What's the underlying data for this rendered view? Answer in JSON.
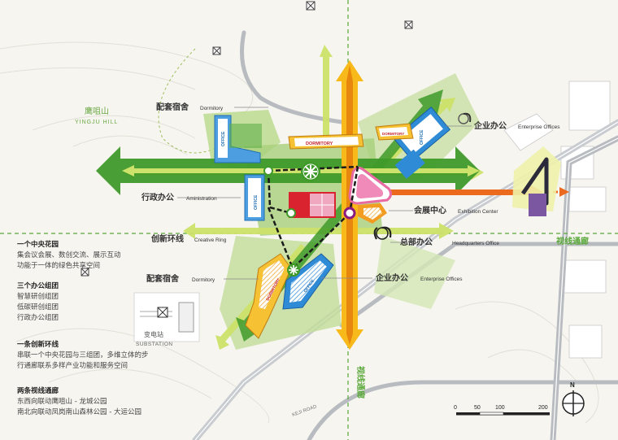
{
  "places": {
    "yingju_zh": "鹰咀山",
    "yingju_en": "YINGJU HILL",
    "substation_zh": "变电站",
    "substation_en": "SUBSTATION",
    "axis_zh": "视线通廊",
    "road": "KEJI ROAD"
  },
  "labels": {
    "dormitory_top_zh": "配套宿舍",
    "dormitory_top_en": "Dormitory",
    "admin_zh": "行政办公",
    "admin_en": "Aministration",
    "ring_zh": "创新环线",
    "ring_en": "Creative Ring",
    "dormitory_bot_zh": "配套宿舍",
    "dormitory_bot_en": "Dormitory",
    "enterprise_top_zh": "企业办公",
    "enterprise_top_en": "Enterprise Offices",
    "exhibition_zh": "会展中心",
    "exhibition_en": "Exhibition Center",
    "hq_zh": "总部办公",
    "hq_en": "Headquarters Office",
    "enterprise_bot_zh": "企业办公",
    "enterprise_bot_en": "Enterprise Offices"
  },
  "buildings": {
    "office": "OFFICE",
    "dormitory": "DORMITORY"
  },
  "legend": [
    {
      "heading": "一个中央花园",
      "lines": [
        "集会议会展、数创交流、展示互动",
        "功能于一体的绿色共享空间"
      ]
    },
    {
      "heading": "三个办公组团",
      "lines": [
        "智慧研创组团",
        "低碳研创组团",
        "行政办公组团"
      ]
    },
    {
      "heading": "一条创新环线",
      "lines": [
        "串联一个中央花园与三组团，多维立体的步",
        "行通廊联系多样产业功能和服务空间"
      ]
    },
    {
      "heading": "两条视线通廊",
      "lines": [
        "东西向联动鹰咀山 - 龙城公园",
        "南北向联动凤岗南山森林公园 - 大运公园"
      ]
    }
  ],
  "scale": {
    "ticks": [
      "0",
      "50",
      "100",
      "200"
    ]
  },
  "north": "N",
  "colors": {
    "green_dark": "#3f9a2a",
    "green_light": "#cde26a",
    "orange": "#f39a12",
    "blue": "#2f8bd6",
    "pink": "#e86aa3",
    "red": "#d9232e",
    "road": "#9aa0a6"
  }
}
